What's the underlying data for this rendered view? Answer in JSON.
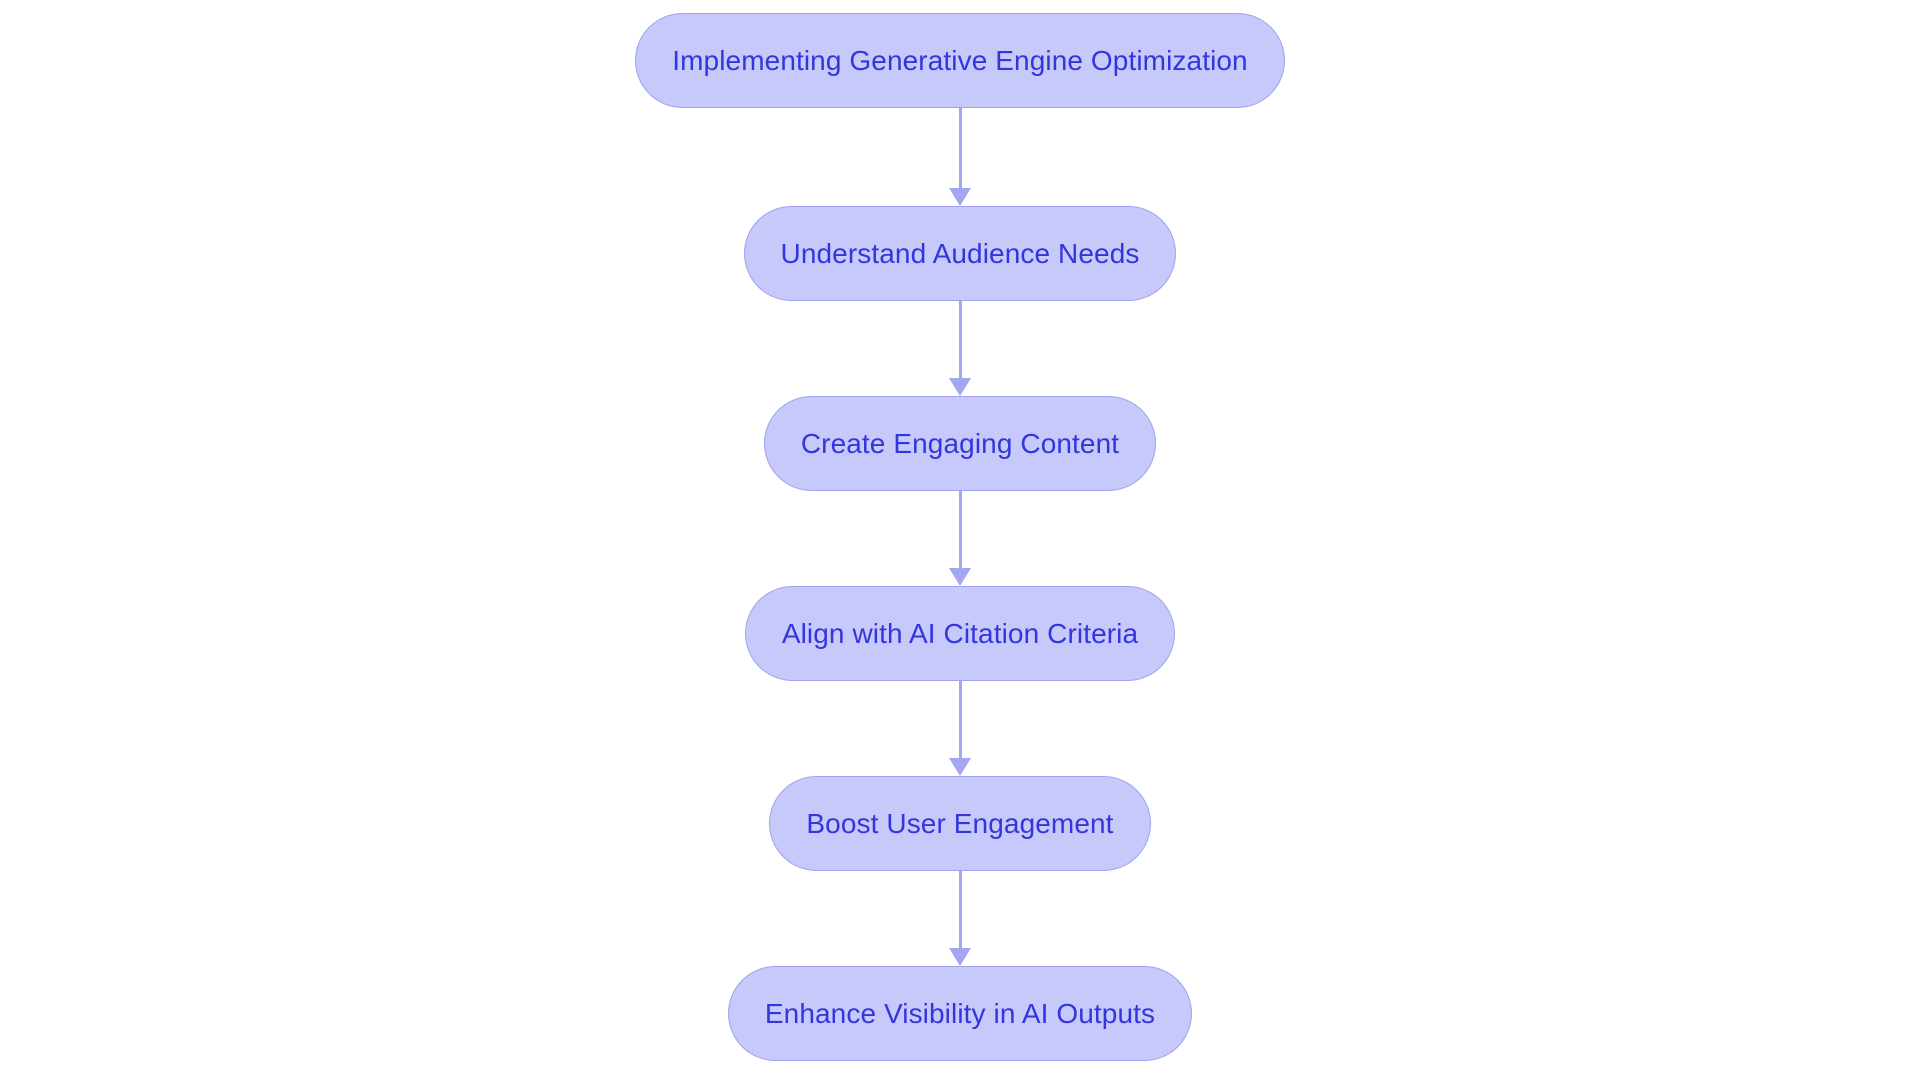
{
  "diagram": {
    "type": "flowchart",
    "orientation": "vertical-top-to-bottom",
    "background_color": "#FFFFFF",
    "node_fill_color": "#C6C9F9",
    "node_border_color": "#9FA3F0",
    "node_text_color": "#3335DE",
    "connector_color": "#A3A7F2",
    "nodes": [
      {
        "id": "node-1",
        "label": "Implementing Generative Engine Optimization"
      },
      {
        "id": "node-2",
        "label": "Understand Audience Needs"
      },
      {
        "id": "node-3",
        "label": "Create Engaging Content"
      },
      {
        "id": "node-4",
        "label": "Align with AI Citation Criteria"
      },
      {
        "id": "node-5",
        "label": "Boost User Engagement"
      },
      {
        "id": "node-6",
        "label": "Enhance Visibility in AI Outputs"
      }
    ],
    "edges": [
      {
        "id": "edge-1",
        "from": "node-1",
        "to": "node-2",
        "label": ""
      },
      {
        "id": "edge-2",
        "from": "node-2",
        "to": "node-3",
        "label": ""
      },
      {
        "id": "edge-3",
        "from": "node-3",
        "to": "node-4",
        "label": ""
      },
      {
        "id": "edge-4",
        "from": "node-4",
        "to": "node-5",
        "label": ""
      },
      {
        "id": "edge-5",
        "from": "node-5",
        "to": "node-6",
        "label": ""
      }
    ]
  }
}
